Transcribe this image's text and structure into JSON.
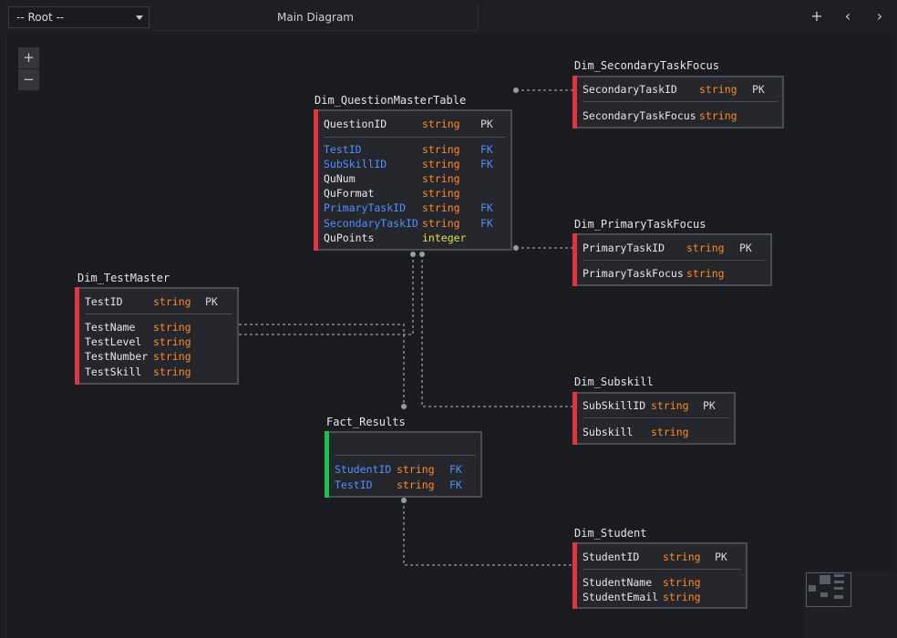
{
  "topbar": {
    "root_select": "-- Root --",
    "tab_label": "Main Diagram",
    "add_button": "+",
    "prev_button": "‹",
    "next_button": "›"
  },
  "zoom": {
    "in": "+",
    "out": "−"
  },
  "colors": {
    "background": "#1b1c21",
    "primary_key_stripe": "#e0343f",
    "fact_stripe": "#19c24a",
    "type_string": "#ff8a22",
    "type_integer": "#e4e03f",
    "foreign_key": "#4f90ff",
    "connector": "#9a9ca3"
  },
  "entities": {
    "question_master": {
      "title": "Dim_QuestionMasterTable",
      "key": {
        "name": "QuestionID",
        "type": "string",
        "tag": "PK"
      },
      "fields": [
        {
          "name": "TestID",
          "type": "string",
          "tag": "FK"
        },
        {
          "name": "SubSkillID",
          "type": "string",
          "tag": "FK"
        },
        {
          "name": "QuNum",
          "type": "string",
          "tag": ""
        },
        {
          "name": "QuFormat",
          "type": "string",
          "tag": ""
        },
        {
          "name": "PrimaryTaskID",
          "type": "string",
          "tag": "FK"
        },
        {
          "name": "SecondaryTaskID",
          "type": "string",
          "tag": "FK"
        },
        {
          "name": "QuPoints",
          "type": "integer",
          "tag": ""
        }
      ]
    },
    "secondary_task_focus": {
      "title": "Dim_SecondaryTaskFocus",
      "key": {
        "name": "SecondaryTaskID",
        "type": "string",
        "tag": "PK"
      },
      "fields": [
        {
          "name": "SecondaryTaskFocus",
          "type": "string",
          "tag": ""
        }
      ]
    },
    "primary_task_focus": {
      "title": "Dim_PrimaryTaskFocus",
      "key": {
        "name": "PrimaryTaskID",
        "type": "string",
        "tag": "PK"
      },
      "fields": [
        {
          "name": "PrimaryTaskFocus",
          "type": "string",
          "tag": ""
        }
      ]
    },
    "test_master": {
      "title": "Dim_TestMaster",
      "key": {
        "name": "TestID",
        "type": "string",
        "tag": "PK"
      },
      "fields": [
        {
          "name": "TestName",
          "type": "string",
          "tag": ""
        },
        {
          "name": "TestLevel",
          "type": "string",
          "tag": ""
        },
        {
          "name": "TestNumber",
          "type": "string",
          "tag": ""
        },
        {
          "name": "TestSkill",
          "type": "string",
          "tag": ""
        }
      ]
    },
    "subskill": {
      "title": "Dim_Subskill",
      "key": {
        "name": "SubSkillID",
        "type": "string",
        "tag": "PK"
      },
      "fields": [
        {
          "name": "Subskill",
          "type": "string",
          "tag": ""
        }
      ]
    },
    "fact_results": {
      "title": "Fact_Results",
      "fields": [
        {
          "name": "StudentID",
          "type": "string",
          "tag": "FK"
        },
        {
          "name": "TestID",
          "type": "string",
          "tag": "FK"
        }
      ]
    },
    "student": {
      "title": "Dim_Student",
      "key": {
        "name": "StudentID",
        "type": "string",
        "tag": "PK"
      },
      "fields": [
        {
          "name": "StudentName",
          "type": "string",
          "tag": ""
        },
        {
          "name": "StudentEmail",
          "type": "string",
          "tag": ""
        }
      ]
    }
  }
}
